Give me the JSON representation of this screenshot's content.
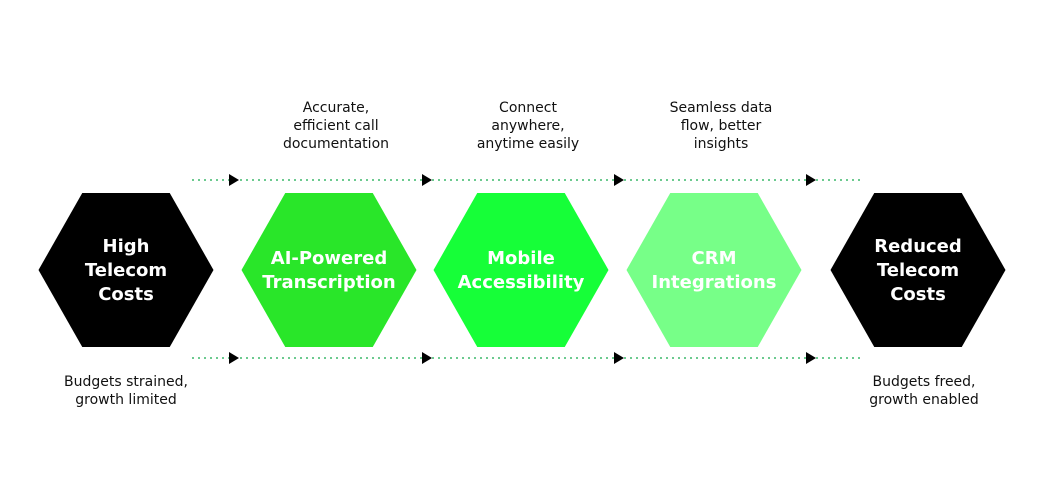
{
  "colors": {
    "dark_hex": "#000000",
    "green_1": "#29e629",
    "green_2": "#16ff38",
    "green_3": "#77ff88",
    "connector": "#3cb86a",
    "arrow": "#000000",
    "text_dark": "#111111",
    "text_light": "#ffffff"
  },
  "steps": [
    {
      "label_lines": [
        "High",
        "Telecom",
        "Costs"
      ],
      "style": "dark"
    },
    {
      "label_lines": [
        "AI-Powered",
        "Transcription"
      ],
      "style": "green_1",
      "caption_lines": [
        "Accurate,",
        "efficient call",
        "documentation"
      ]
    },
    {
      "label_lines": [
        "Mobile",
        "Accessibility"
      ],
      "style": "green_2",
      "caption_lines": [
        "Connect",
        "anywhere,",
        "anytime easily"
      ]
    },
    {
      "label_lines": [
        "CRM",
        "Integrations"
      ],
      "style": "green_3",
      "caption_lines": [
        "Seamless data",
        "flow, better",
        "insights"
      ]
    },
    {
      "label_lines": [
        "Reduced",
        "Telecom",
        "Costs"
      ],
      "style": "dark"
    }
  ],
  "start_caption": [
    "Budgets strained,",
    "growth limited"
  ],
  "end_caption": [
    "Budgets freed,",
    "growth enabled"
  ]
}
